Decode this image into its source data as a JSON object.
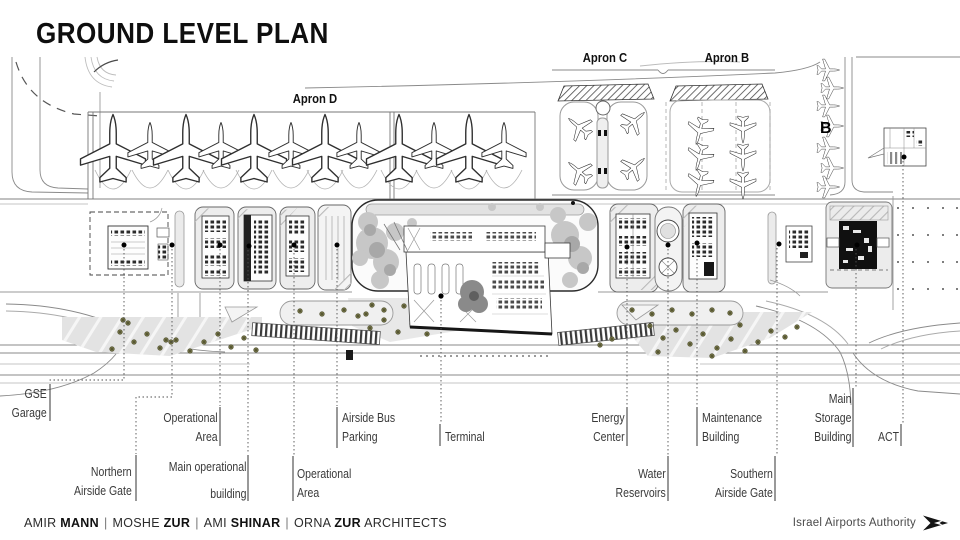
{
  "title": "GROUND LEVEL PLAN",
  "apron_labels": {
    "d": "Apron D",
    "c": "Apron C",
    "b": "Apron B"
  },
  "area_marker": "B",
  "callouts": [
    {
      "id": "gse-garage",
      "lines": [
        "GSE",
        "Garage"
      ]
    },
    {
      "id": "northern-airside-gate",
      "lines": [
        "Northern",
        "Airside Gate"
      ]
    },
    {
      "id": "operational-area-north",
      "lines": [
        "Operational",
        "Area"
      ]
    },
    {
      "id": "main-operational-building",
      "lines": [
        "Main operational",
        "building"
      ]
    },
    {
      "id": "operational-area-south",
      "lines": [
        "Operational",
        "Area"
      ]
    },
    {
      "id": "airside-bus-parking",
      "lines": [
        "Airside Bus",
        "Parking"
      ]
    },
    {
      "id": "terminal",
      "lines": [
        "Terminal"
      ]
    },
    {
      "id": "energy-center",
      "lines": [
        "Energy",
        "Center"
      ]
    },
    {
      "id": "water-reservoirs",
      "lines": [
        "Water",
        "Reservoirs"
      ]
    },
    {
      "id": "maintenance-building",
      "lines": [
        "Maintenance",
        "Building"
      ]
    },
    {
      "id": "southern-airside-gate",
      "lines": [
        "Southern",
        "Airside Gate"
      ]
    },
    {
      "id": "main-storage-building",
      "lines": [
        "Main",
        "Storage",
        "Building"
      ]
    },
    {
      "id": "act",
      "lines": [
        "ACT"
      ]
    }
  ],
  "footer": {
    "architects": [
      {
        "first": "AMIR",
        "last": "MANN"
      },
      {
        "first": "MOSHE",
        "last": "ZUR"
      },
      {
        "first": "AMI",
        "last": "SHINAR"
      },
      {
        "first": "ORNA",
        "last": "ZUR"
      }
    ],
    "suffix": "ARCHITECTS",
    "separator": "|",
    "authority": "Israel Airports Authority"
  },
  "colors": {
    "tree_olive": "#6d6d42",
    "drawing_line": "#8a8a8a",
    "building_dark": "#151515",
    "label_text": "#3a3a3a"
  }
}
